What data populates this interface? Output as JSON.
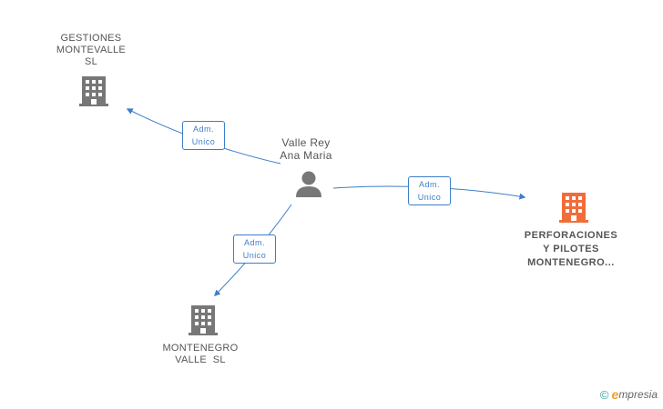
{
  "colors": {
    "edge": "#3d7ec8",
    "company_gray": "#777777",
    "company_highlight": "#f26c3a",
    "person": "#777777"
  },
  "nodes": {
    "person": {
      "lines": [
        "Valle Rey",
        "Ana Maria"
      ],
      "icon": "person-icon"
    },
    "gestiones": {
      "lines": [
        "GESTIONES",
        "MONTEVALLE",
        "SL"
      ],
      "icon": "building-icon"
    },
    "perforaciones": {
      "lines": [
        "PERFORACIONES",
        "Y PILOTES",
        "MONTENEGRO..."
      ],
      "icon": "building-icon"
    },
    "montenegro": {
      "lines": [
        "MONTENEGRO",
        "VALLE  SL"
      ],
      "icon": "building-icon"
    }
  },
  "edges": [
    {
      "id": "to-gestiones",
      "lines": [
        "Adm.",
        "Unico"
      ]
    },
    {
      "id": "to-perforaciones",
      "lines": [
        "Adm.",
        "Unico"
      ]
    },
    {
      "id": "to-montenegro",
      "lines": [
        "Adm.",
        "Unico"
      ]
    }
  ],
  "footer": {
    "copyright": "©",
    "brand_initial": "e",
    "brand_rest": "mpresia"
  }
}
